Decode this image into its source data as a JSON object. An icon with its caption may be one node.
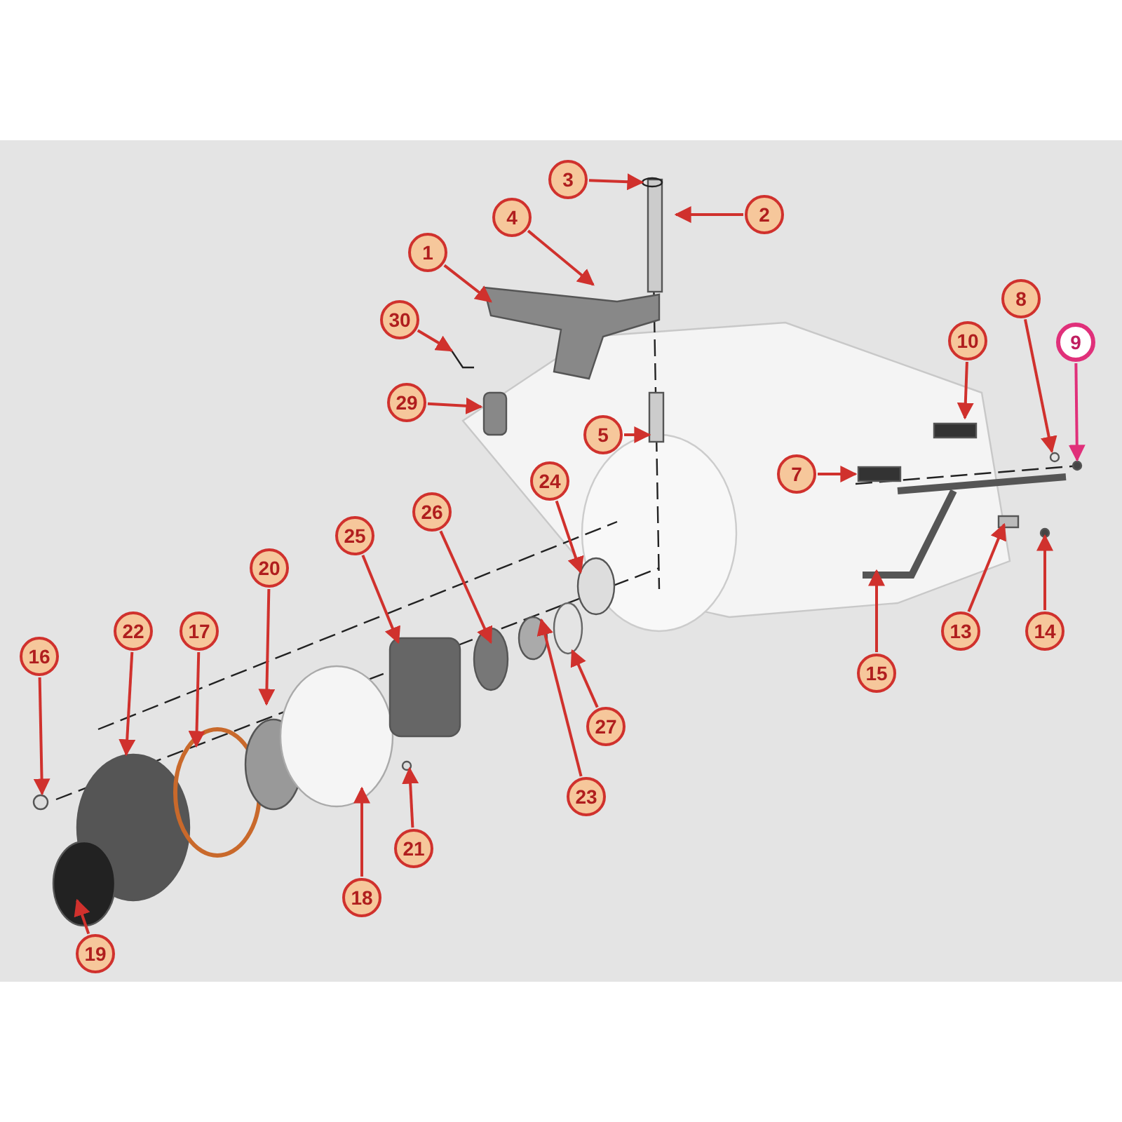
{
  "diagram": {
    "nodes": [
      {
        "text": [
          "1"
        ]
      },
      {
        "text": [
          "2"
        ]
      },
      {
        "text": [
          "3"
        ]
      },
      {
        "text": [
          "4"
        ]
      },
      {
        "text": [
          "5"
        ]
      },
      {
        "text": [
          "7"
        ]
      },
      {
        "text": [
          "8"
        ]
      },
      {
        "text": [
          "9"
        ]
      },
      {
        "text": [
          "10"
        ]
      },
      {
        "text": [
          "13"
        ]
      },
      {
        "text": [
          "14"
        ]
      },
      {
        "text": [
          "15"
        ]
      },
      {
        "text": [
          "16"
        ]
      },
      {
        "text": [
          "17"
        ]
      },
      {
        "text": [
          "18"
        ]
      },
      {
        "text": [
          "19"
        ]
      },
      {
        "text": [
          "20"
        ]
      },
      {
        "text": [
          "21"
        ]
      },
      {
        "text": [
          "22"
        ]
      },
      {
        "text": [
          "23"
        ]
      },
      {
        "text": [
          "24"
        ]
      },
      {
        "text": [
          "25"
        ]
      },
      {
        "text": [
          "26"
        ]
      },
      {
        "text": [
          "27"
        ]
      },
      {
        "text": [
          "29"
        ]
      },
      {
        "text": [
          "30"
        ]
      }
    ],
    "edges": [
      {
        "from": 0,
        "to": null,
        "arrow": "to"
      },
      {
        "from": 1,
        "to": null,
        "arrow": "to"
      },
      {
        "from": 2,
        "to": null,
        "arrow": "to"
      },
      {
        "from": 3,
        "to": null,
        "arrow": "to"
      },
      {
        "from": 4,
        "to": null,
        "arrow": "to"
      },
      {
        "from": 5,
        "to": null,
        "arrow": "to"
      },
      {
        "from": 6,
        "to": null,
        "arrow": "to"
      },
      {
        "from": 7,
        "to": null,
        "arrow": "to",
        "color": "#e0307a"
      },
      {
        "from": 8,
        "to": null,
        "arrow": "to"
      },
      {
        "from": 9,
        "to": null,
        "arrow": "to"
      },
      {
        "from": 10,
        "to": null,
        "arrow": "to"
      },
      {
        "from": 11,
        "to": null,
        "arrow": "to"
      },
      {
        "from": 12,
        "to": null,
        "arrow": "to"
      },
      {
        "from": 13,
        "to": null,
        "arrow": "to"
      },
      {
        "from": 14,
        "to": null,
        "arrow": "to"
      },
      {
        "from": 15,
        "to": null,
        "arrow": "to"
      },
      {
        "from": 16,
        "to": null,
        "arrow": "to"
      },
      {
        "from": 17,
        "to": null,
        "arrow": "to"
      },
      {
        "from": 18,
        "to": null,
        "arrow": "to"
      },
      {
        "from": 19,
        "to": null,
        "arrow": "to"
      },
      {
        "from": 20,
        "to": null,
        "arrow": "to"
      },
      {
        "from": 21,
        "to": null,
        "arrow": "to"
      },
      {
        "from": 22,
        "to": null,
        "arrow": "to"
      },
      {
        "from": 23,
        "to": null,
        "arrow": "to"
      },
      {
        "from": 24,
        "to": null,
        "arrow": "to"
      },
      {
        "from": 25,
        "to": null,
        "arrow": "to"
      }
    ]
  }
}
